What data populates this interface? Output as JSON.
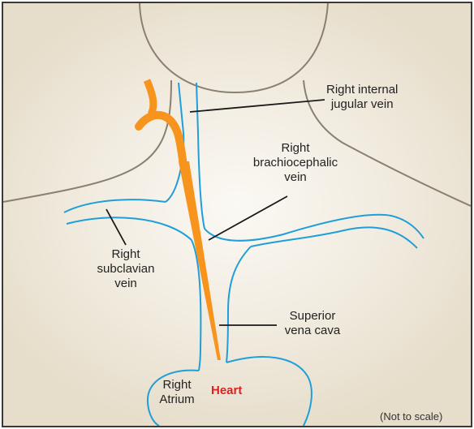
{
  "labels": {
    "internal_jugular": [
      "Right internal",
      "jugular vein"
    ],
    "brachiocephalic": [
      "Right",
      "brachiocephalic",
      "vein"
    ],
    "subclavian": [
      "Right",
      "subclavian",
      "vein"
    ],
    "vena_cava": [
      "Superior",
      "vena cava"
    ],
    "atrium": [
      "Right",
      "Atrium"
    ],
    "heart": "Heart",
    "note": "(Not to scale)"
  },
  "colors": {
    "body_outline": "#8a8070",
    "vein": "#1f9fd9",
    "catheter": "#f7941d",
    "leader": "#1a1a1a",
    "heart_label": "#e02020",
    "frame": "#3a3a3a"
  }
}
